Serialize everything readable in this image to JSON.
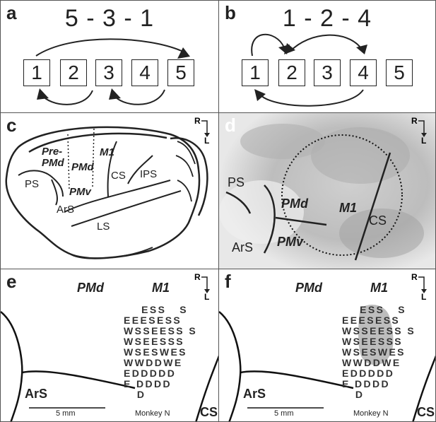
{
  "panels": {
    "a": {
      "label": "a",
      "sequence": "5 - 3 - 1",
      "boxes": [
        "1",
        "2",
        "3",
        "4",
        "5"
      ]
    },
    "b": {
      "label": "b",
      "sequence": "1 - 2 - 4",
      "boxes": [
        "1",
        "2",
        "3",
        "4",
        "5"
      ]
    },
    "c": {
      "label": "c",
      "labels": {
        "pre_pmd": "Pre-\nPMd",
        "m1": "M1",
        "pmd": "PMd",
        "ps": "PS",
        "cs": "CS",
        "ips": "IPS",
        "pmv": "PMv",
        "ars": "ArS",
        "ls": "LS"
      }
    },
    "d": {
      "label": "d",
      "labels": {
        "ps": "PS",
        "pmd": "PMd",
        "m1": "M1",
        "cs": "CS",
        "ars": "ArS",
        "pmv": "PMv"
      }
    },
    "e": {
      "label": "e",
      "labels": {
        "pmd": "PMd",
        "m1": "M1",
        "ars": "ArS",
        "cs": "CS",
        "scale": "5 mm",
        "monkey": "Monkey N"
      }
    },
    "f": {
      "label": "f",
      "labels": {
        "pmd": "PMd",
        "m1": "M1",
        "ars": "ArS",
        "cs": "CS",
        "scale": "5 mm",
        "monkey": "Monkey N"
      }
    }
  },
  "compass": {
    "r": "R",
    "l": "L"
  },
  "map_rows": [
    "    ESS   S",
    "EEESESS",
    "WSSEESS S",
    "WSEESSS",
    "WSESWES",
    "WWDDWE",
    "EDDDDD",
    "E DDDD",
    "   D"
  ]
}
